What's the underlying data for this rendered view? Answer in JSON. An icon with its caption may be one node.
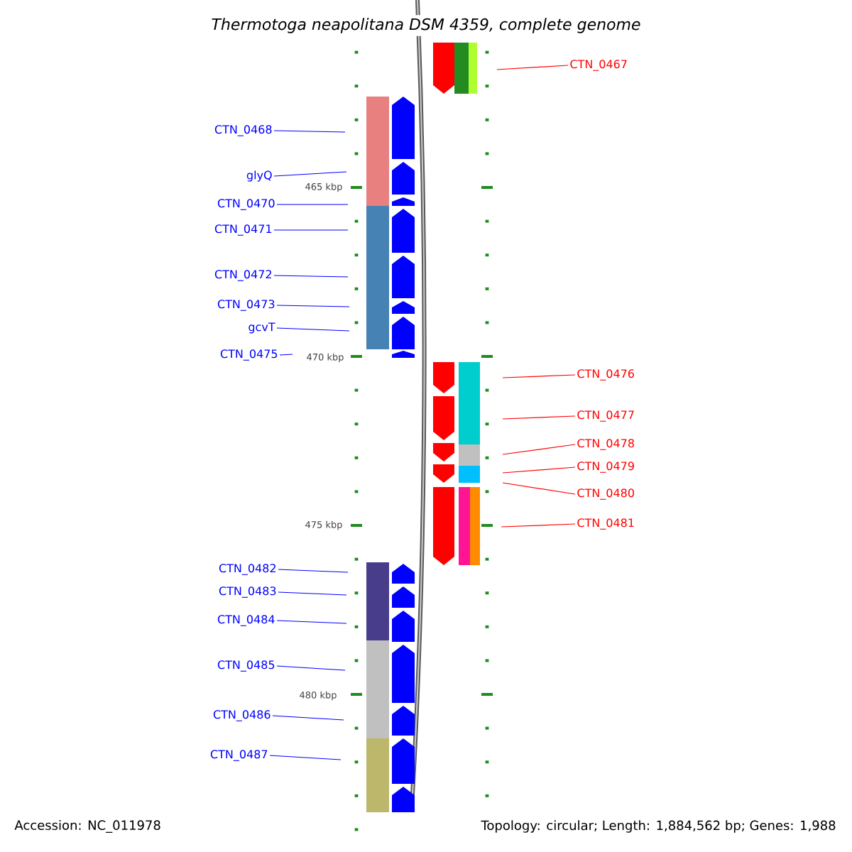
{
  "diagram": {
    "title": "*Thermotoga neapolitana DSM 4359, complete genome*",
    "nodes": [
      {
        "text": [
          "CTN_0467"
        ]
      },
      {
        "text": [
          "CTN_0468"
        ]
      },
      {
        "text": [
          "glyQ"
        ]
      },
      {
        "text": [
          "CTN_0470"
        ]
      },
      {
        "text": [
          "CTN_0471"
        ]
      },
      {
        "text": [
          "CTN_0472"
        ]
      },
      {
        "text": [
          "CTN_0473"
        ]
      },
      {
        "text": [
          "gcvT"
        ]
      },
      {
        "text": [
          "CTN_0475"
        ]
      },
      {
        "text": [
          "CTN_0476"
        ]
      },
      {
        "text": [
          "CTN_0477"
        ]
      },
      {
        "text": [
          "CTN_0478"
        ]
      },
      {
        "text": [
          "CTN_0479"
        ]
      },
      {
        "text": [
          "CTN_0480"
        ]
      },
      {
        "text": [
          "CTN_0481"
        ]
      },
      {
        "text": [
          "CTN_0482"
        ]
      },
      {
        "text": [
          "CTN_0483"
        ]
      },
      {
        "text": [
          "CTN_0484"
        ]
      },
      {
        "text": [
          "CTN_0485"
        ]
      },
      {
        "text": [
          "CTN_0486"
        ]
      },
      {
        "text": [
          "CTN_0487"
        ]
      }
    ],
    "edges": [
      {
        "from": 0,
        "to": null,
        "arrow": "none",
        "color": "#ff0000"
      },
      {
        "from": 1,
        "to": null,
        "arrow": "none"
      },
      {
        "from": 2,
        "to": null,
        "arrow": "none"
      },
      {
        "from": 3,
        "to": null,
        "arrow": "none"
      },
      {
        "from": 4,
        "to": null,
        "arrow": "none"
      },
      {
        "from": 5,
        "to": null,
        "arrow": "none"
      },
      {
        "from": 6,
        "to": null,
        "arrow": "none"
      },
      {
        "from": 7,
        "to": null,
        "arrow": "none"
      },
      {
        "from": 8,
        "to": null,
        "arrow": "none"
      },
      {
        "from": 9,
        "to": null,
        "arrow": "none",
        "color": "#ff0000"
      },
      {
        "from": 10,
        "to": null,
        "arrow": "none",
        "color": "#ff0000"
      },
      {
        "from": 11,
        "to": null,
        "arrow": "none",
        "color": "#ff0000"
      },
      {
        "from": 12,
        "to": null,
        "arrow": "none",
        "color": "#ff0000"
      },
      {
        "from": 13,
        "to": null,
        "arrow": "none",
        "color": "#ff0000"
      },
      {
        "from": 14,
        "to": null,
        "arrow": "none",
        "color": "#ff0000"
      },
      {
        "from": 15,
        "to": null,
        "arrow": "none"
      },
      {
        "from": 16,
        "to": null,
        "arrow": "none"
      },
      {
        "from": 17,
        "to": null,
        "arrow": "none"
      },
      {
        "from": 18,
        "to": null,
        "arrow": "none"
      },
      {
        "from": 19,
        "to": null,
        "arrow": "none"
      },
      {
        "from": 20,
        "to": null,
        "arrow": "none"
      }
    ],
    "labels": [
      "465 kbp",
      "470 kbp",
      "475 kbp",
      "480 kbp",
      "Accession: NC_011978",
      "Topology: circular; Length: 1,884,562 bp; Genes: 1,988"
    ]
  }
}
